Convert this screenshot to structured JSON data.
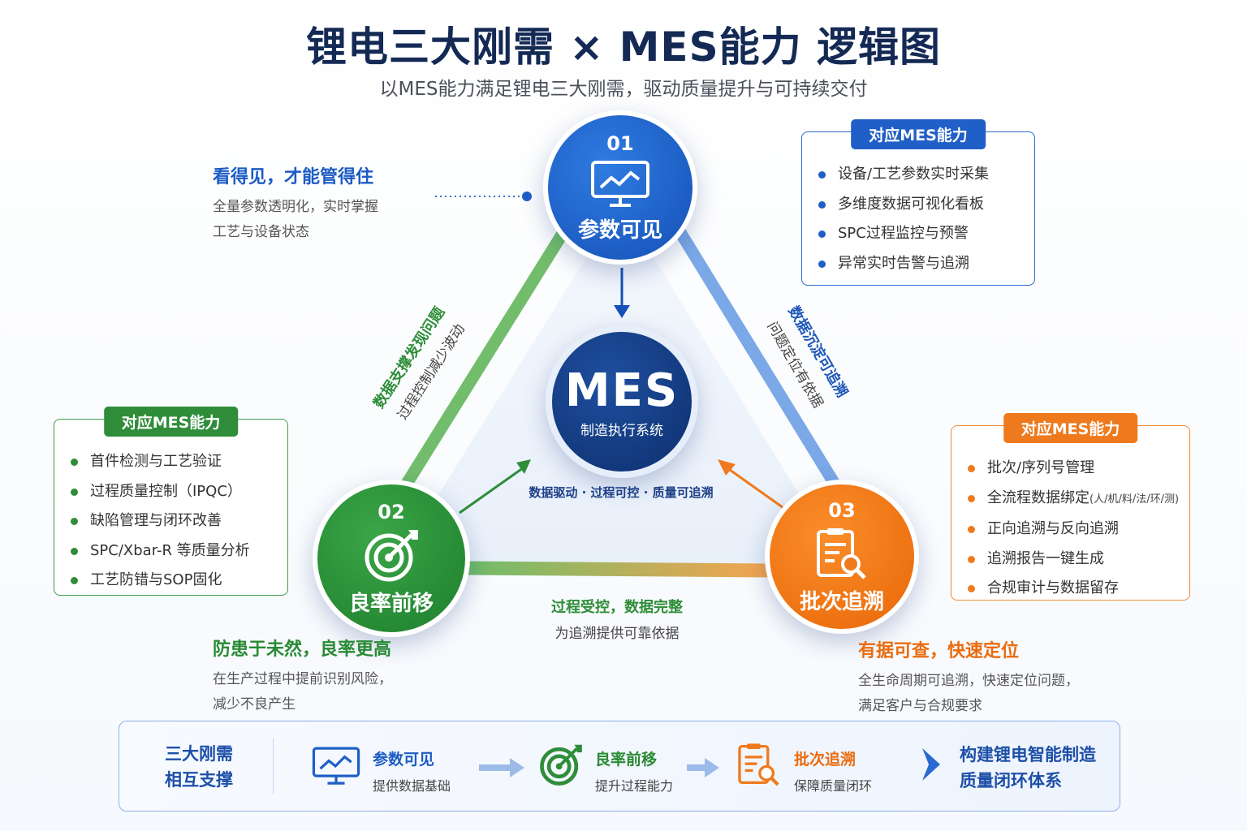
{
  "header": {
    "title": "锂电三大刚需 × MES能力 逻辑图",
    "subtitle": "以MES能力满足锂电三大刚需，驱动质量提升与可持续交付"
  },
  "center": {
    "big": "MES",
    "small": "制造执行系统",
    "caption": "数据驱动 · 过程可控 · 质量可追溯"
  },
  "nodes": [
    {
      "num": "01",
      "name": "参数可见",
      "color": "#1f5fc7",
      "icon": "monitor-chart-icon"
    },
    {
      "num": "02",
      "name": "良率前移",
      "color": "#2f8d3a",
      "icon": "target-icon"
    },
    {
      "num": "03",
      "name": "批次追溯",
      "color": "#ef7a1d",
      "icon": "document-search-icon"
    }
  ],
  "side_texts": {
    "visible": {
      "title": "看得见，才能管得住",
      "desc1": "全量参数透明化，实时掌握",
      "desc2": "工艺与设备状态"
    },
    "yield": {
      "title": "防患于未然，良率更高",
      "desc1": "在生产过程中提前识别风险，",
      "desc2": "减少不良产生"
    },
    "trace": {
      "title": "有据可查，快速定位",
      "desc1": "全生命周期可追溯，快速定位问题，",
      "desc2": "满足客户与合规要求"
    }
  },
  "capabilities": {
    "box1": {
      "head": "对应MES能力",
      "items": [
        "设备/工艺参数实时采集",
        "多维度数据可视化看板",
        "SPC过程监控与预警",
        "异常实时告警与追溯"
      ]
    },
    "box2": {
      "head": "对应MES能力",
      "items": [
        "首件检测与工艺验证",
        "过程质量控制（IPQC）",
        "缺陷管理与闭环改善",
        "SPC/Xbar-R 等质量分析",
        "工艺防错与SOP固化"
      ]
    },
    "box3": {
      "head": "对应MES能力",
      "items": [
        "批次/序列号管理",
        "全流程数据绑定",
        "正向追溯与反向追溯",
        "追溯报告一键生成",
        "合规审计与数据留存"
      ],
      "item2_sub": "(人/机/料/法/环/测)"
    }
  },
  "edges": {
    "left": {
      "label": "数据支撑发现问题",
      "sub": "过程控制减少波动"
    },
    "right": {
      "label": "数据沉淀可追溯",
      "sub": "问题定位有依据"
    },
    "bottom": {
      "label": "过程受控，数据完整",
      "sub": "为追溯提供可靠依据"
    }
  },
  "bottom_bar": {
    "left_line1": "三大刚需",
    "left_line2": "相互支撑",
    "steps": [
      {
        "title": "参数可见",
        "sub": "提供数据基础"
      },
      {
        "title": "良率前移",
        "sub": "提升过程能力"
      },
      {
        "title": "批次追溯",
        "sub": "保障质量闭环"
      }
    ],
    "final_line1": "构建锂电智能制造",
    "final_line2": "质量闭环体系"
  }
}
